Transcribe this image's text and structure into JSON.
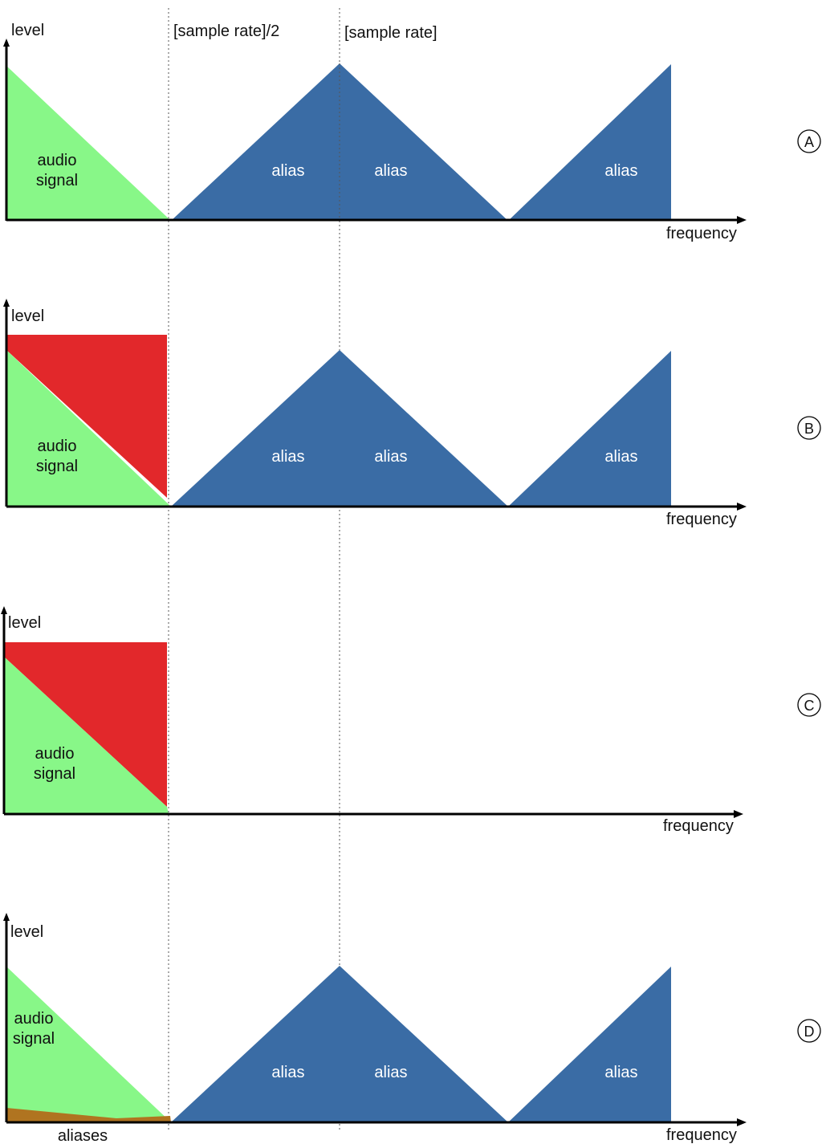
{
  "top_labels": {
    "half_rate": "[sample rate]/2",
    "rate": "[sample rate]"
  },
  "colors": {
    "signal": "#88f788",
    "alias": "#3a6ca5",
    "cut": "#e2282b",
    "alias_residue": "#b07420",
    "axis": "#000000"
  },
  "panels": [
    {
      "id": "A",
      "marker": "A",
      "y_label": "level",
      "x_label": "frequency",
      "signal_line1": "audio",
      "signal_line2": "signal",
      "alias_labels": [
        "alias",
        "alias",
        "alias"
      ],
      "has_cut": false,
      "has_aliases": true,
      "residue_label": ""
    },
    {
      "id": "B",
      "marker": "B",
      "y_label": "level",
      "x_label": "frequency",
      "signal_line1": "audio",
      "signal_line2": "signal",
      "alias_labels": [
        "alias",
        "alias",
        "alias"
      ],
      "has_cut": true,
      "has_aliases": true,
      "residue_label": ""
    },
    {
      "id": "C",
      "marker": "C",
      "y_label": "level",
      "x_label": "frequency",
      "signal_line1": "audio",
      "signal_line2": "signal",
      "alias_labels": [],
      "has_cut": true,
      "has_aliases": false,
      "residue_label": ""
    },
    {
      "id": "D",
      "marker": "D",
      "y_label": "level",
      "x_label": "frequency",
      "signal_line1": "audio",
      "signal_line2": "signal",
      "alias_labels": [
        "alias",
        "alias",
        "alias"
      ],
      "has_cut": false,
      "has_aliases": true,
      "residue_label": "aliases"
    }
  ]
}
